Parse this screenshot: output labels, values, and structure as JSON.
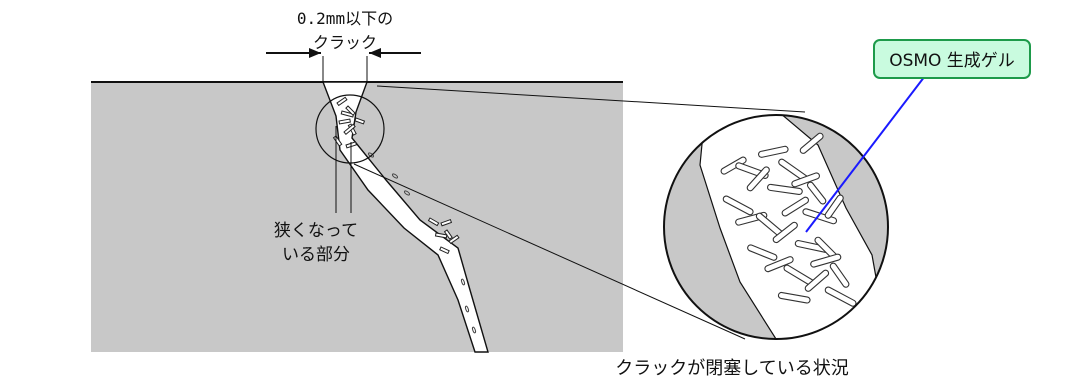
{
  "labels": {
    "crack_width_line1": "0.2mm以下の",
    "crack_width_line2": "クラック",
    "narrow_line1": "狭くなって",
    "narrow_line2": "いる部分",
    "gel_callout": "OSMO 生成ゲル",
    "caption": "クラックが閉塞している状況"
  },
  "colors": {
    "concrete": "#c8c8c8",
    "crack": "#ffffff",
    "outline": "#111111",
    "callout_fill": "#c9fbdf",
    "callout_border": "#1d9a4a",
    "pointer": "#1a1aff"
  }
}
